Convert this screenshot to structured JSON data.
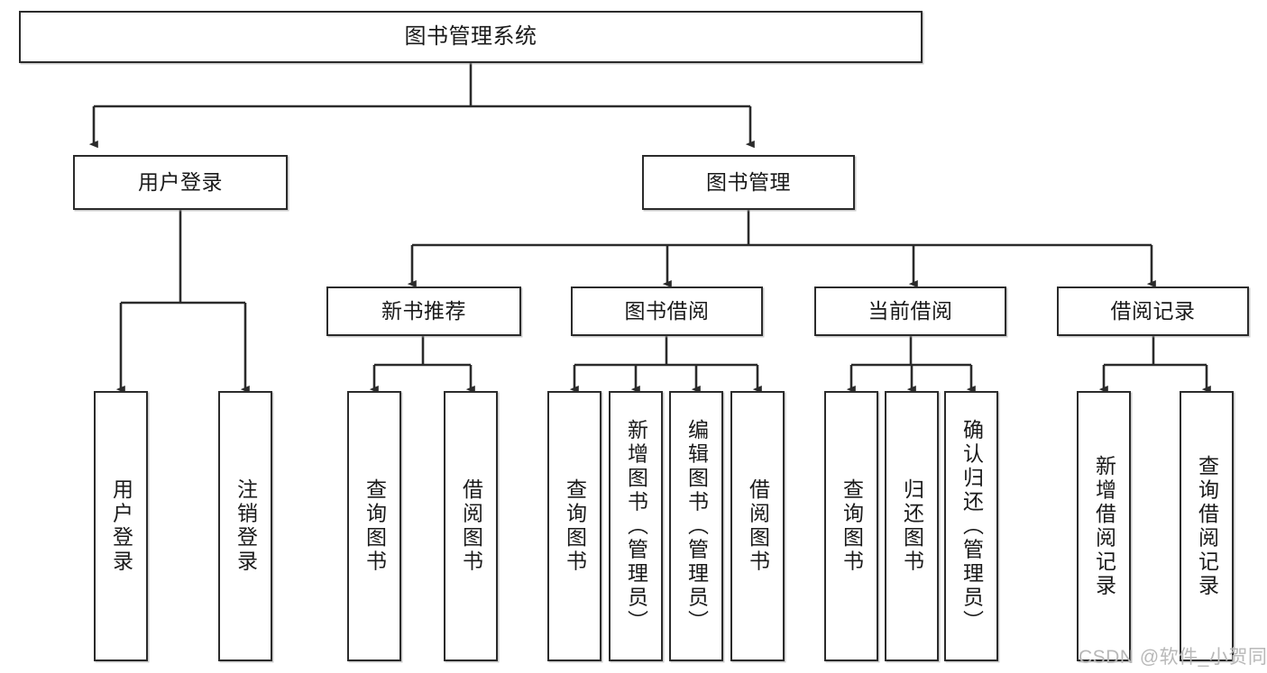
{
  "diagram": {
    "title_box": {
      "label": "图书管理系统"
    },
    "level2": [
      {
        "id": "user-login",
        "label": "用户登录"
      },
      {
        "id": "book-management",
        "label": "图书管理"
      }
    ],
    "level3": [
      {
        "id": "new-book-recommend",
        "label": "新书推荐"
      },
      {
        "id": "book-borrow",
        "label": "图书借阅"
      },
      {
        "id": "current-borrow",
        "label": "当前借阅"
      },
      {
        "id": "borrow-records",
        "label": "借阅记录"
      }
    ],
    "leaves": {
      "user_login": [
        {
          "id": "leaf-user-login",
          "label": "用户登录"
        },
        {
          "id": "leaf-logout",
          "label": "注销登录"
        }
      ],
      "new_book_recommend": [
        {
          "id": "leaf-query-book-1",
          "label": "查询图书"
        },
        {
          "id": "leaf-borrow-book-1",
          "label": "借阅图书"
        }
      ],
      "book_borrow": [
        {
          "id": "leaf-query-book-2",
          "label": "查询图书"
        },
        {
          "id": "leaf-add-book",
          "label": "新增图书（管理员）"
        },
        {
          "id": "leaf-edit-book",
          "label": "编辑图书（管理员）"
        },
        {
          "id": "leaf-borrow-book-2",
          "label": "借阅图书"
        }
      ],
      "current_borrow": [
        {
          "id": "leaf-query-book-3",
          "label": "查询图书"
        },
        {
          "id": "leaf-return-book",
          "label": "归还图书"
        },
        {
          "id": "leaf-confirm-return",
          "label": "确认归还（管理员）"
        }
      ],
      "borrow_records": [
        {
          "id": "leaf-add-record",
          "label": "新增借阅记录"
        },
        {
          "id": "leaf-query-record",
          "label": "查询借阅记录"
        }
      ]
    },
    "watermark": {
      "text": "CSDN @软件_小贺同学"
    },
    "colors": {
      "stroke": "#2b2b2b",
      "box_fill": "#ffffff",
      "text": "#1a1a1a",
      "watermark": "#b8b8b8",
      "background": "#ffffff"
    }
  }
}
